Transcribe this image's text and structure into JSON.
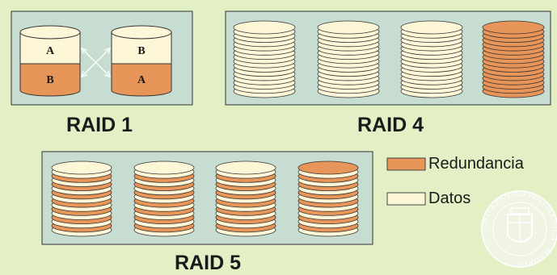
{
  "raid1": {
    "label": "RAID 1",
    "disk_left": {
      "top_letter": "A",
      "bottom_letter": "B"
    },
    "disk_right": {
      "top_letter": "B",
      "bottom_letter": "A"
    }
  },
  "raid4": {
    "label": "RAID 4"
  },
  "raid5": {
    "label": "RAID 5"
  },
  "legend": {
    "redundancy_label": "Redundancia",
    "data_label": "Datos"
  },
  "seal": {
    "ring_text": "UNIVERSIDAD POLITECNICA · MADRID ·",
    "icon": "university-seal-icon"
  },
  "colors": {
    "background": "#e3efc5",
    "panel": "#c8ddd2",
    "data": "#fdf7d8",
    "redundancy": "#e8955a",
    "seal": "#f1f5e7"
  }
}
